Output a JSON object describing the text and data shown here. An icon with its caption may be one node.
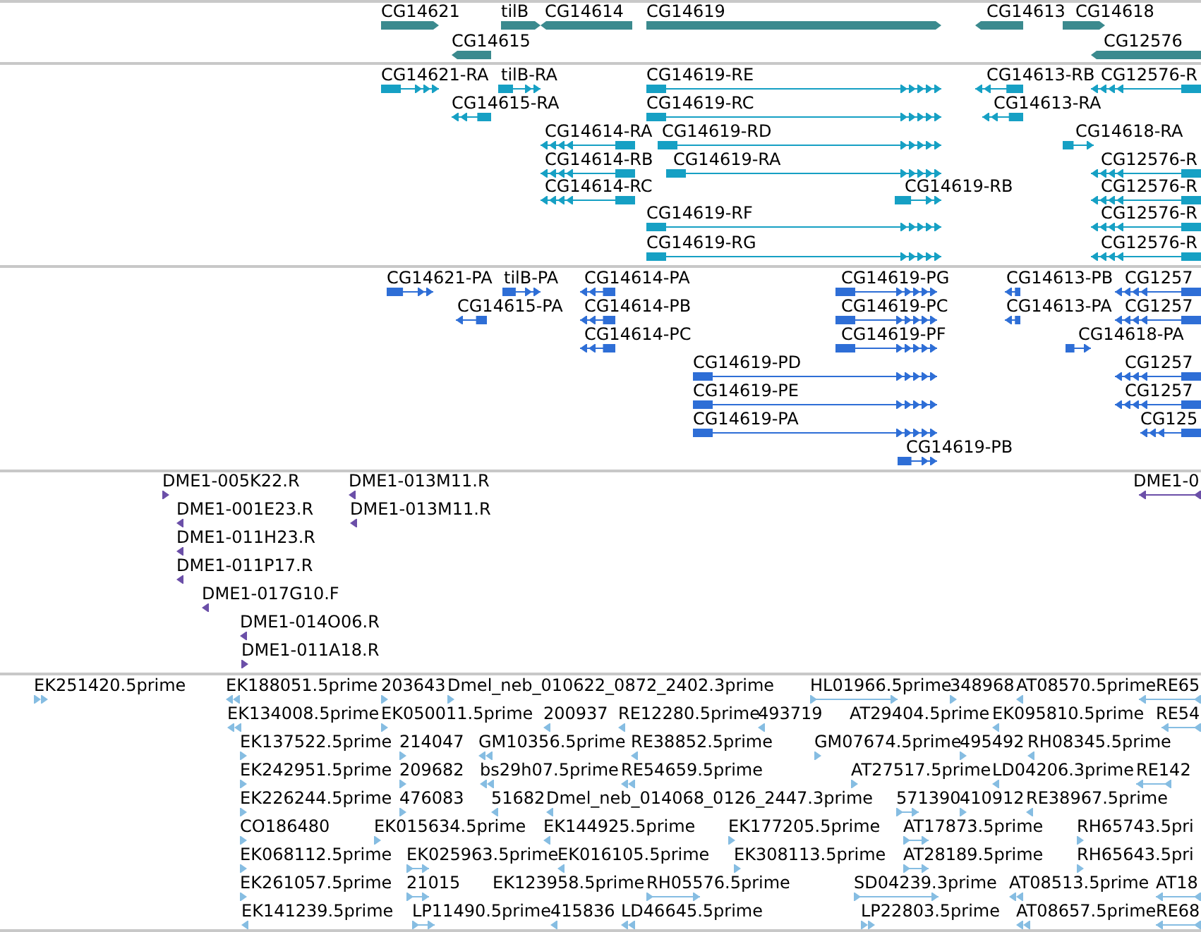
{
  "diagram": {
    "labels": [
      "CG14621",
      "tilB",
      "CG14614",
      "CG14619",
      "CG14613",
      "CG14618",
      "CG14615",
      "CG12576",
      "CG14621-RA",
      "tilB-RA",
      "CG14619-RE",
      "CG14613-RB",
      "CG12576-R",
      "CG14615-RA",
      "CG14619-RC",
      "CG14613-RA",
      "CG14614-RA",
      "CG14619-RD",
      "CG14618-RA",
      "CG14614-RB",
      "CG14619-RA",
      "CG12576-R",
      "CG14614-RC",
      "CG14619-RB",
      "CG12576-R",
      "CG14619-RF",
      "CG12576-R",
      "CG14619-RG",
      "CG12576-R",
      "CG14621-PA",
      "tilB-PA",
      "CG14614-PA",
      "CG14619-PG",
      "CG14613-PB",
      "CG1257",
      "CG14615-PA",
      "CG14614-PB",
      "CG14619-PC",
      "CG14613-PA",
      "CG1257",
      "CG14614-PC",
      "CG14619-PF",
      "CG14618-PA",
      "CG14619-PD",
      "CG1257",
      "CG14619-PE",
      "CG1257",
      "CG14619-PA",
      "CG125",
      "CG14619-PB",
      "DME1-005K22.R",
      "DME1-013M11.R",
      "DME1-0",
      "DME1-001E23.R",
      "DME1-013M11.R",
      "DME1-011H23.R",
      "DME1-011P17.R",
      "DME1-017G10.F",
      "DME1-014O06.R",
      "DME1-011A18.R",
      "EK251420.5prime",
      "EK188051.5prime",
      "203643",
      "Dmel_neb_010622_0872_2402.3prime",
      "HL01966.5prime",
      "348968",
      "AT08570.5prime",
      "RE65",
      "EK134008.5prime",
      "EK050011.5prime",
      "200937",
      "RE12280.5prime",
      "493719",
      "AT29404.5prime",
      "EK095810.5prime",
      "RE54",
      "EK137522.5prime",
      "214047",
      "GM10356.5prime",
      "RE38852.5prime",
      "GM07674.5prime",
      "495492",
      "RH08345.5prime",
      "EK242951.5prime",
      "209682",
      "bs29h07.5prime",
      "RE54659.5prime",
      "AT27517.5prime",
      "LD04206.3prime",
      "RE142",
      "EK226244.5prime",
      "476083",
      "51682",
      "Dmel_neb_014068_0126_2447.3prime",
      "571390",
      "410912",
      "RE38967.5prime",
      "CO186480",
      "EK015634.5prime",
      "EK144925.5prime",
      "EK177205.5prime",
      "AT17873.5prime",
      "RH65743.5pri",
      "EK068112.5prime",
      "EK025963.5prime",
      "EK016105.5prime",
      "EK308113.5prime",
      "AT28189.5prime",
      "RH65643.5pri",
      "EK261057.5prime",
      "21015",
      "EK123958.5prime",
      "RH05576.5prime",
      "SD04239.3prime",
      "AT08513.5prime",
      "AT18",
      "EK141239.5prime",
      "LP11490.5prime",
      "415836",
      "LD46645.5prime",
      "LP22803.5prime",
      "AT08657.5prime",
      "RE68"
    ]
  }
}
